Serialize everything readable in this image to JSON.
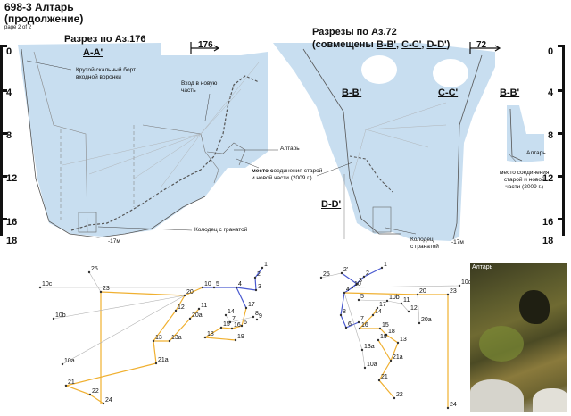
{
  "header": {
    "title": "698-3 Алтарь",
    "subtitle": "(продолжение)",
    "page": "page 2 of 2"
  },
  "section_left": {
    "heading": "Разрез по Аз.176",
    "section_label": "A-A'",
    "azimuth": "176",
    "labels": {
      "rim": "Крутой скальный борт\nвходной воронки",
      "entrance": "Вход в новую\nчасть",
      "altar": "Алтарь",
      "junction_bold": "место с",
      "junction_rest": "оединения старой\nи новой части (2009 г.)",
      "depth": "-17м",
      "well": "Колодец с гранатой"
    }
  },
  "section_right": {
    "heading_line1": "Разрезы по Аз.72",
    "heading_line2_prefix": "(совмещены ",
    "heading_b": "B-B'",
    "heading_c": "C-C'",
    "heading_d": "D-D'",
    "heading_suffix": ")",
    "azimuth": "72",
    "section_b": "B-B'",
    "section_c": "C-C'",
    "section_b2": "B-B'",
    "section_d": "D-D'",
    "labels": {
      "junction": "место соединения\nстарой и новой\nчасти (2009 г.)",
      "altar": "Алтарь",
      "well": "Колодец\nс гранатой",
      "depth": "-17м"
    }
  },
  "scale": {
    "left_ticks": [
      "0",
      "4",
      "8",
      "12",
      "16",
      "18"
    ],
    "right_ticks": [
      "0",
      "4",
      "8",
      "12",
      "16",
      "18"
    ]
  },
  "photo": {
    "label": "Алтарь"
  },
  "survey_left": {
    "stations": [
      {
        "id": "1",
        "v": [
          294,
          300
        ]
      },
      {
        "id": "2",
        "v": [
          286,
          311
        ]
      },
      {
        "id": "3",
        "v": [
          287,
          325
        ]
      },
      {
        "id": "4",
        "v": [
          265,
          322
        ]
      },
      {
        "id": "5",
        "v": [
          240,
          322
        ]
      },
      {
        "id": "10",
        "v": [
          227,
          322
        ]
      },
      {
        "id": "20",
        "v": [
          207,
          331
        ]
      },
      {
        "id": "10c",
        "v": [
          45,
          322
        ]
      },
      {
        "id": "25",
        "v": [
          100,
          305
        ]
      },
      {
        "id": "23",
        "v": [
          113,
          327
        ]
      },
      {
        "id": "10b",
        "v": [
          60,
          357
        ]
      },
      {
        "id": "12",
        "v": [
          197,
          348
        ]
      },
      {
        "id": "11",
        "v": [
          223,
          346
        ]
      },
      {
        "id": "20a",
        "v": [
          213,
          357
        ]
      },
      {
        "id": "14",
        "v": [
          253,
          353
        ]
      },
      {
        "id": "17",
        "v": [
          276,
          345
        ]
      },
      {
        "id": "8",
        "v": [
          284,
          355
        ]
      },
      {
        "id": "9",
        "v": [
          288,
          358
        ]
      },
      {
        "id": "7",
        "v": [
          258,
          361
        ]
      },
      {
        "id": "6",
        "v": [
          271,
          365
        ]
      },
      {
        "id": "16",
        "v": [
          260,
          368
        ]
      },
      {
        "id": "15",
        "v": [
          248,
          367
        ]
      },
      {
        "id": "18",
        "v": [
          230,
          378
        ]
      },
      {
        "id": "19",
        "v": [
          264,
          381
        ]
      },
      {
        "id": "13",
        "v": [
          172,
          382
        ]
      },
      {
        "id": "13a",
        "v": [
          190,
          382
        ]
      },
      {
        "id": "21a",
        "v": [
          175,
          407
        ]
      },
      {
        "id": "10a",
        "v": [
          70,
          408
        ]
      },
      {
        "id": "21",
        "v": [
          74,
          432
        ]
      },
      {
        "id": "22",
        "v": [
          101,
          442
        ]
      },
      {
        "id": "24",
        "v": [
          116,
          452
        ]
      }
    ]
  },
  "survey_right": {
    "stations": [
      {
        "id": "1",
        "v": [
          428,
          300
        ]
      },
      {
        "id": "2'",
        "v": [
          383,
          306
        ]
      },
      {
        "id": "2",
        "v": [
          408,
          310
        ]
      },
      {
        "id": "25",
        "v": [
          360,
          311
        ]
      },
      {
        "id": "3",
        "v": [
          400,
          318
        ]
      },
      {
        "id": "10",
        "v": [
          395,
          322
        ]
      },
      {
        "id": "10c",
        "v": [
          515,
          320
        ]
      },
      {
        "id": "4",
        "v": [
          386,
          328
        ]
      },
      {
        "id": "20",
        "v": [
          468,
          330
        ]
      },
      {
        "id": "23",
        "v": [
          502,
          330
        ]
      },
      {
        "id": "5",
        "v": [
          402,
          336
        ]
      },
      {
        "id": "10b",
        "v": [
          434,
          337
        ]
      },
      {
        "id": "11",
        "v": [
          450,
          340
        ]
      },
      {
        "id": "12",
        "v": [
          458,
          349
        ]
      },
      {
        "id": "17",
        "v": [
          423,
          345
        ]
      },
      {
        "id": "20a",
        "v": [
          470,
          362
        ]
      },
      {
        "id": "8",
        "v": [
          382,
          353
        ]
      },
      {
        "id": "14",
        "v": [
          418,
          353
        ]
      },
      {
        "id": "7",
        "v": [
          402,
          361
        ]
      },
      {
        "id": "6",
        "v": [
          388,
          367
        ]
      },
      {
        "id": "16",
        "v": [
          403,
          368
        ]
      },
      {
        "id": "15",
        "v": [
          426,
          368
        ]
      },
      {
        "id": "18",
        "v": [
          433,
          375
        ]
      },
      {
        "id": "19",
        "v": [
          424,
          381
        ]
      },
      {
        "id": "13",
        "v": [
          446,
          384
        ]
      },
      {
        "id": "13a",
        "v": [
          406,
          392
        ]
      },
      {
        "id": "21a",
        "v": [
          438,
          404
        ]
      },
      {
        "id": "10a",
        "v": [
          409,
          412
        ]
      },
      {
        "id": "21",
        "v": [
          425,
          426
        ]
      },
      {
        "id": "22",
        "v": [
          442,
          446
        ]
      },
      {
        "id": "24",
        "v": [
          502,
          457
        ]
      }
    ]
  },
  "colors": {
    "cave_fill": "#c8def0",
    "survey_blue": "#4a5ad0",
    "survey_orange": "#f0b030",
    "survey_grey": "#b0b0b0"
  }
}
